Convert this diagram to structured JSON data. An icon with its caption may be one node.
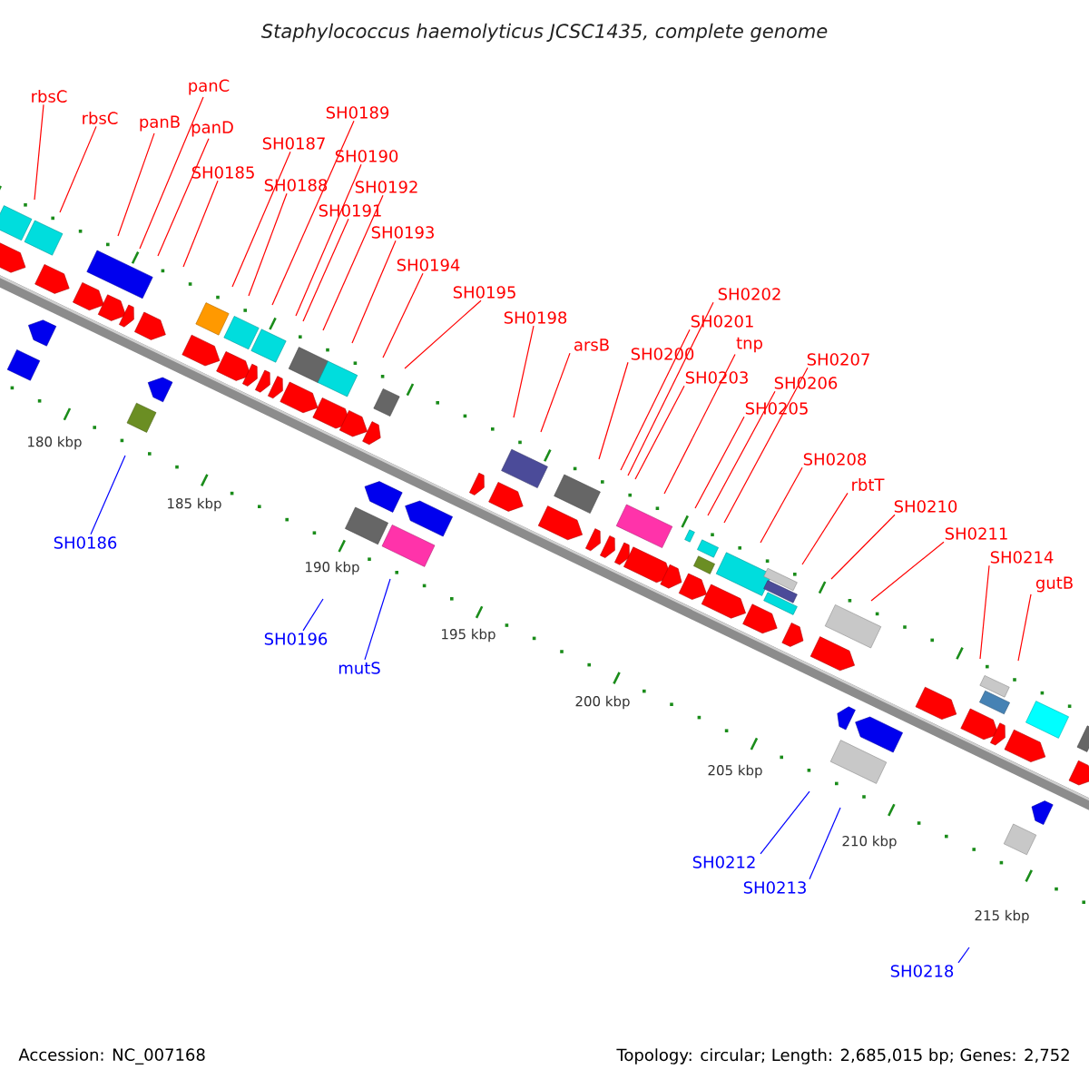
{
  "diagram": {
    "title": "Staphylococcus haemolyticus JCSC1435, complete genome",
    "nodes": [
      {
        "text": [
          "rbsC"
        ]
      },
      {
        "text": [
          "rbsC"
        ]
      },
      {
        "text": [
          "panB"
        ]
      },
      {
        "text": [
          "panC"
        ]
      },
      {
        "text": [
          "panD"
        ]
      },
      {
        "text": [
          "SH0185"
        ]
      },
      {
        "text": [
          "SH0187"
        ]
      },
      {
        "text": [
          "SH0188"
        ]
      },
      {
        "text": [
          "SH0189"
        ]
      },
      {
        "text": [
          "SH0190"
        ]
      },
      {
        "text": [
          "SH0191"
        ]
      },
      {
        "text": [
          "SH0192"
        ]
      },
      {
        "text": [
          "SH0193"
        ]
      },
      {
        "text": [
          "SH0194"
        ]
      },
      {
        "text": [
          "SH0195"
        ]
      },
      {
        "text": [
          "SH0198"
        ]
      },
      {
        "text": [
          "arsB"
        ]
      },
      {
        "text": [
          "SH0200"
        ]
      },
      {
        "text": [
          "SH0201"
        ]
      },
      {
        "text": [
          "SH0202"
        ]
      },
      {
        "text": [
          "SH0203"
        ]
      },
      {
        "text": [
          "tnp"
        ]
      },
      {
        "text": [
          "SH0205"
        ]
      },
      {
        "text": [
          "SH0206"
        ]
      },
      {
        "text": [
          "SH0207"
        ]
      },
      {
        "text": [
          "SH0208"
        ]
      },
      {
        "text": [
          "rbtT"
        ]
      },
      {
        "text": [
          "SH0210"
        ]
      },
      {
        "text": [
          "SH0211"
        ]
      },
      {
        "text": [
          "SH0214"
        ]
      },
      {
        "text": [
          "gutB"
        ]
      },
      {
        "text": [
          "SH0186"
        ]
      },
      {
        "text": [
          "SH0196"
        ]
      },
      {
        "text": [
          "mutS"
        ]
      },
      {
        "text": [
          "SH0212"
        ]
      },
      {
        "text": [
          "SH0213"
        ]
      },
      {
        "text": [
          "SH0218"
        ]
      }
    ],
    "edges": [
      {
        "from": 0,
        "to": null,
        "arrow": "none"
      },
      {
        "from": 1,
        "to": null,
        "arrow": "none"
      },
      {
        "from": 2,
        "to": null,
        "arrow": "none"
      },
      {
        "from": 3,
        "to": null,
        "arrow": "none"
      },
      {
        "from": 4,
        "to": null,
        "arrow": "none"
      },
      {
        "from": 5,
        "to": null,
        "arrow": "none"
      },
      {
        "from": 6,
        "to": null,
        "arrow": "none"
      },
      {
        "from": 7,
        "to": null,
        "arrow": "none"
      },
      {
        "from": 8,
        "to": null,
        "arrow": "none"
      },
      {
        "from": 9,
        "to": null,
        "arrow": "none"
      },
      {
        "from": 10,
        "to": null,
        "arrow": "none"
      },
      {
        "from": 11,
        "to": null,
        "arrow": "none"
      },
      {
        "from": 12,
        "to": null,
        "arrow": "none"
      },
      {
        "from": 13,
        "to": null,
        "arrow": "none"
      },
      {
        "from": 14,
        "to": null,
        "arrow": "none"
      },
      {
        "from": 15,
        "to": null,
        "arrow": "none"
      },
      {
        "from": 16,
        "to": null,
        "arrow": "none"
      },
      {
        "from": 17,
        "to": null,
        "arrow": "none"
      },
      {
        "from": 18,
        "to": null,
        "arrow": "none"
      },
      {
        "from": 19,
        "to": null,
        "arrow": "none"
      },
      {
        "from": 20,
        "to": null,
        "arrow": "none"
      },
      {
        "from": 21,
        "to": null,
        "arrow": "none"
      },
      {
        "from": 22,
        "to": null,
        "arrow": "none"
      },
      {
        "from": 23,
        "to": null,
        "arrow": "none"
      },
      {
        "from": 24,
        "to": null,
        "arrow": "none"
      },
      {
        "from": 25,
        "to": null,
        "arrow": "none"
      },
      {
        "from": 26,
        "to": null,
        "arrow": "none"
      },
      {
        "from": 27,
        "to": null,
        "arrow": "none"
      },
      {
        "from": 28,
        "to": null,
        "arrow": "none"
      },
      {
        "from": 29,
        "to": null,
        "arrow": "none"
      },
      {
        "from": 30,
        "to": null,
        "arrow": "none"
      },
      {
        "from": 31,
        "to": null,
        "arrow": "none",
        "color": "#0000ff"
      },
      {
        "from": 32,
        "to": null,
        "arrow": "none",
        "color": "#0000ff"
      },
      {
        "from": 33,
        "to": null,
        "arrow": "none",
        "color": "#0000ff"
      },
      {
        "from": 34,
        "to": null,
        "arrow": "none",
        "color": "#0000ff"
      },
      {
        "from": 35,
        "to": null,
        "arrow": "none",
        "color": "#0000ff"
      },
      {
        "from": 36,
        "to": null,
        "arrow": "none",
        "color": "#0000ff"
      }
    ],
    "labels": [
      "180 kbp",
      "185 kbp",
      "190 kbp",
      "195 kbp",
      "200 kbp",
      "205 kbp",
      "210 kbp",
      "215 kbp",
      "Accession: NC_007168",
      "Topology: circular; Length: 2,685,015 bp; Genes: 2,752"
    ]
  }
}
